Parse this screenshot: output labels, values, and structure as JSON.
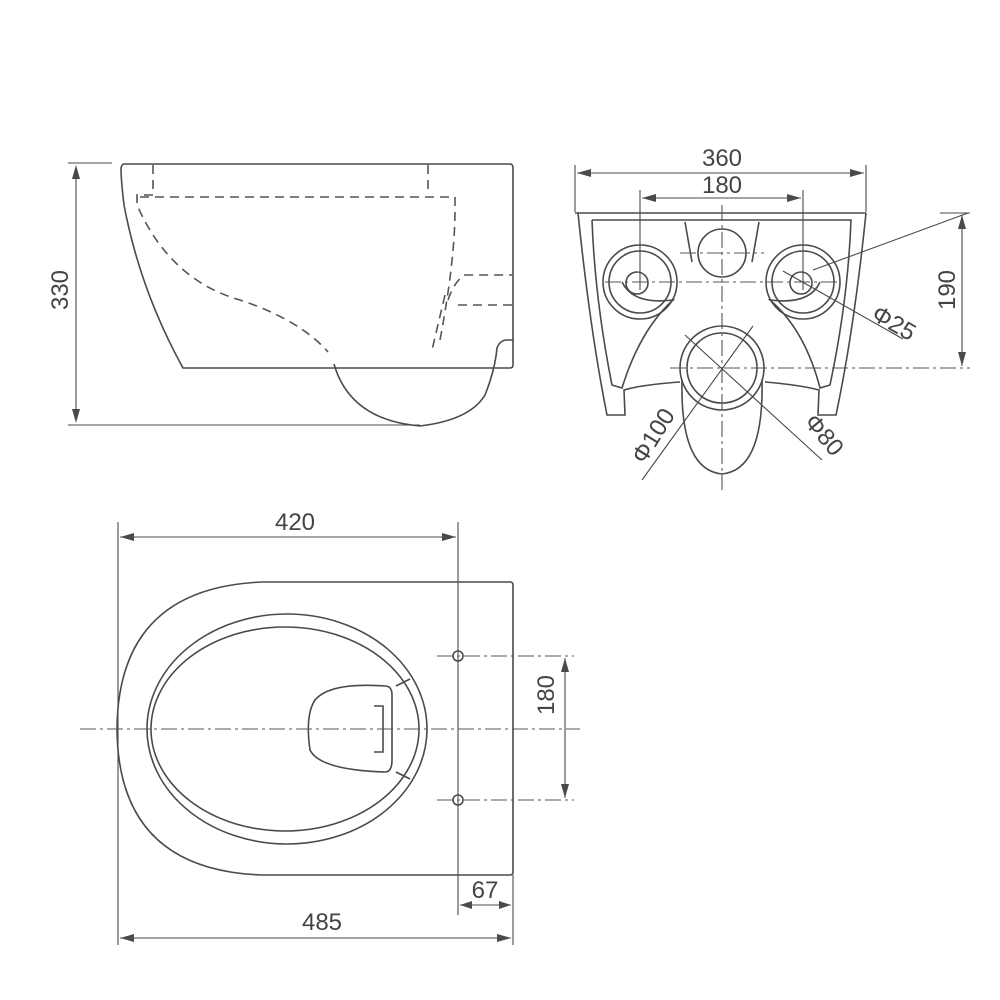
{
  "side_view": {
    "height_label": "330"
  },
  "front_view": {
    "width_label": "360",
    "bolt_spacing_label": "180",
    "outlet_height_label": "190",
    "bolt_hole_label": "Φ25",
    "outlet_outer_label": "Φ100",
    "outlet_inner_label": "Φ80"
  },
  "top_view": {
    "bolt_to_front_label": "420",
    "bolt_spacing_label": "180",
    "bolt_to_wall_label": "67",
    "length_label": "485"
  },
  "colors": {
    "line": "#4a4a4a",
    "background": "#ffffff"
  }
}
